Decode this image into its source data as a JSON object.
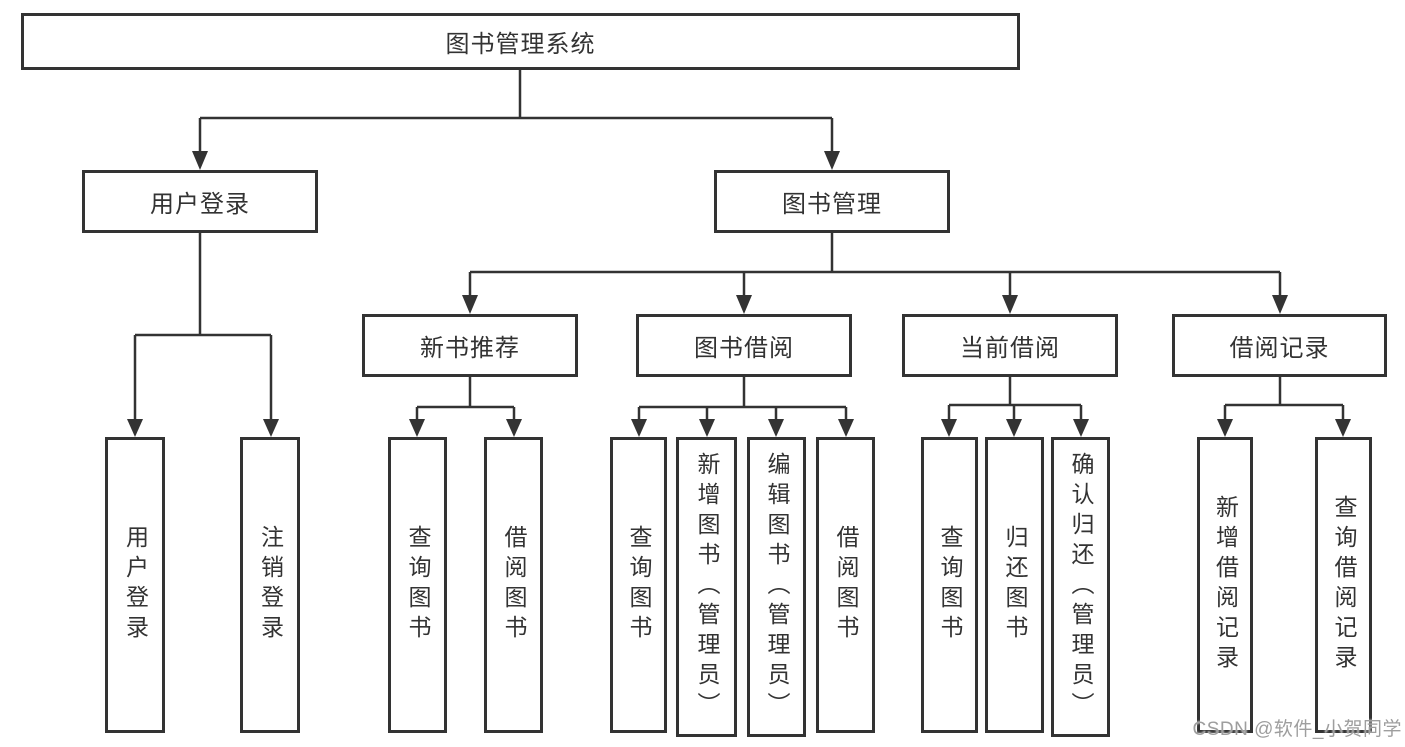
{
  "diagram": {
    "colors": {
      "line": "#333333",
      "text": "#333333",
      "watermark": "#9e9e9e",
      "background": "#ffffff"
    },
    "root": {
      "label": "图书管理系统"
    },
    "branches": [
      {
        "label": "用户登录",
        "children": [
          {
            "label": "用户登录"
          },
          {
            "label": "注销登录"
          }
        ]
      },
      {
        "label": "图书管理",
        "children": [
          {
            "label": "新书推荐",
            "children": [
              {
                "label": "查询图书"
              },
              {
                "label": "借阅图书"
              }
            ]
          },
          {
            "label": "图书借阅",
            "children": [
              {
                "label": "查询图书"
              },
              {
                "label": "新增图书（管理员）"
              },
              {
                "label": "编辑图书（管理员）"
              },
              {
                "label": "借阅图书"
              }
            ]
          },
          {
            "label": "当前借阅",
            "children": [
              {
                "label": "查询图书"
              },
              {
                "label": "归还图书"
              },
              {
                "label": "确认归还（管理员）"
              }
            ]
          },
          {
            "label": "借阅记录",
            "children": [
              {
                "label": "新增借阅记录"
              },
              {
                "label": "查询借阅记录"
              }
            ]
          }
        ]
      }
    ],
    "watermark": "CSDN @软件_小贺同学"
  }
}
